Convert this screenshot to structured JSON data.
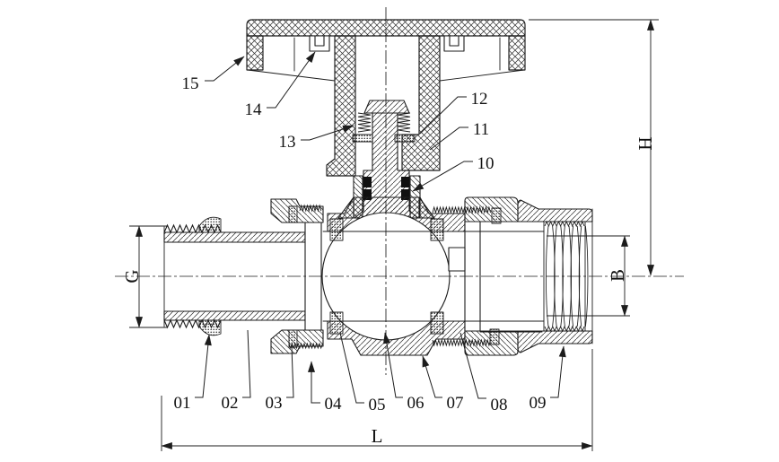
{
  "drawing": {
    "type": "ball-valve-cross-section",
    "colors": {
      "ink": "#1c1c1c",
      "paper": "#ffffff"
    }
  },
  "callouts": {
    "p01": "01",
    "p02": "02",
    "p03": "03",
    "p04": "04",
    "p05": "05",
    "p06": "06",
    "p07": "07",
    "p08": "08",
    "p09": "09",
    "p10": "10",
    "p11": "11",
    "p12": "12",
    "p13": "13",
    "p14": "14",
    "p15": "15"
  },
  "dimensions": {
    "g": "G",
    "h": "H",
    "b": "B",
    "l": "L"
  }
}
